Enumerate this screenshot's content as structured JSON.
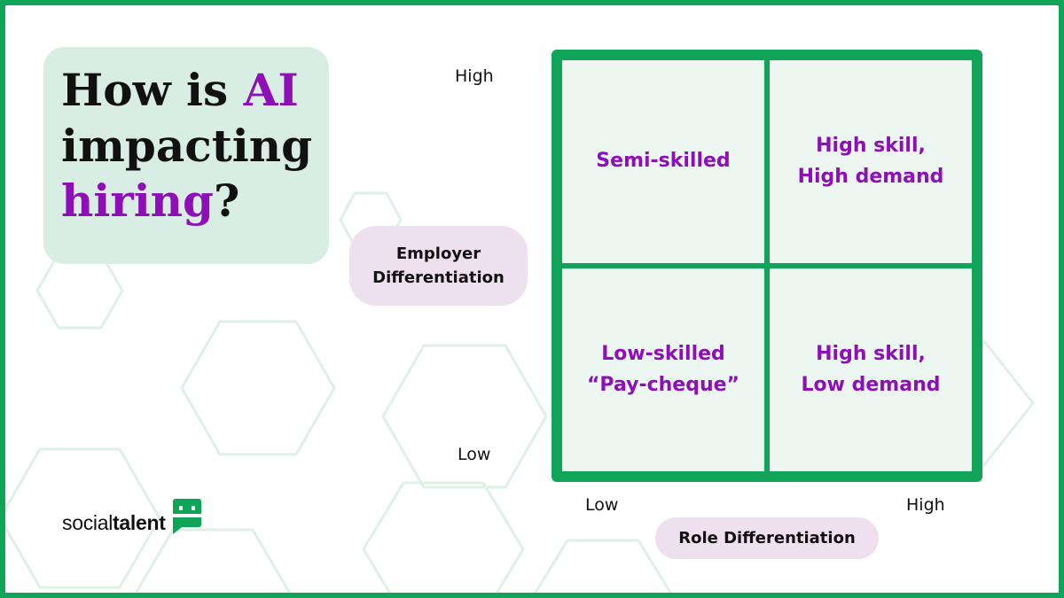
{
  "title": {
    "line1_prefix": "How is ",
    "line1_accent": "AI",
    "line2": "impacting",
    "line3_accent": "hiring",
    "line3_suffix": "?"
  },
  "axes": {
    "y": {
      "label_line1": "Employer",
      "label_line2": "Differentiation",
      "high": "High",
      "low": "Low"
    },
    "x": {
      "label": "Role Differentiation",
      "low": "Low",
      "high": "High"
    }
  },
  "quadrants": {
    "top_left": {
      "line1": "Semi-skilled",
      "line2": ""
    },
    "top_right": {
      "line1": "High skill,",
      "line2": "High demand"
    },
    "bottom_left": {
      "line1": "Low-skilled",
      "line2": "“Pay-cheque”"
    },
    "bottom_right": {
      "line1": "High skill,",
      "line2": "Low demand"
    }
  },
  "logo": {
    "part1": "social",
    "part2": "talent"
  },
  "colors": {
    "brand_green": "#0fa458",
    "accent_purple": "#8e0fb8",
    "title_card_bg": "#d8ede4",
    "pill_bg": "#efe0ef",
    "cell_bg": "#ecf7f1"
  }
}
